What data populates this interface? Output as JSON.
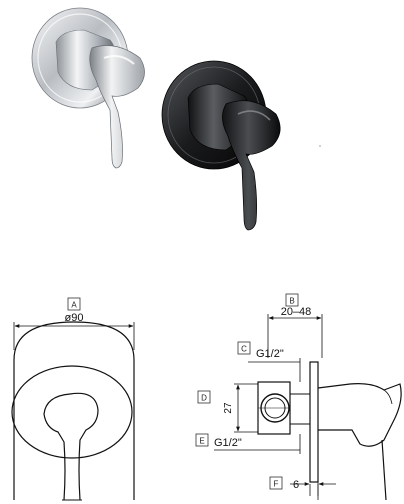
{
  "products": [
    {
      "finish": "chrome",
      "color": "#c9ccd0",
      "highlight": "#f4f5f6",
      "shadow": "#5e6368"
    },
    {
      "finish": "black",
      "color": "#1d1e20",
      "highlight": "#6c6f73",
      "shadow": "#050505"
    }
  ],
  "callouts": [
    {
      "tag": "A",
      "text": "ø90"
    },
    {
      "tag": "B",
      "text": "20–48"
    },
    {
      "tag": "C",
      "text": "G1/2\""
    },
    {
      "tag": "D",
      "text": "27"
    },
    {
      "tag": "E",
      "text": "G1/2\""
    },
    {
      "tag": "F",
      "text": "6"
    }
  ]
}
